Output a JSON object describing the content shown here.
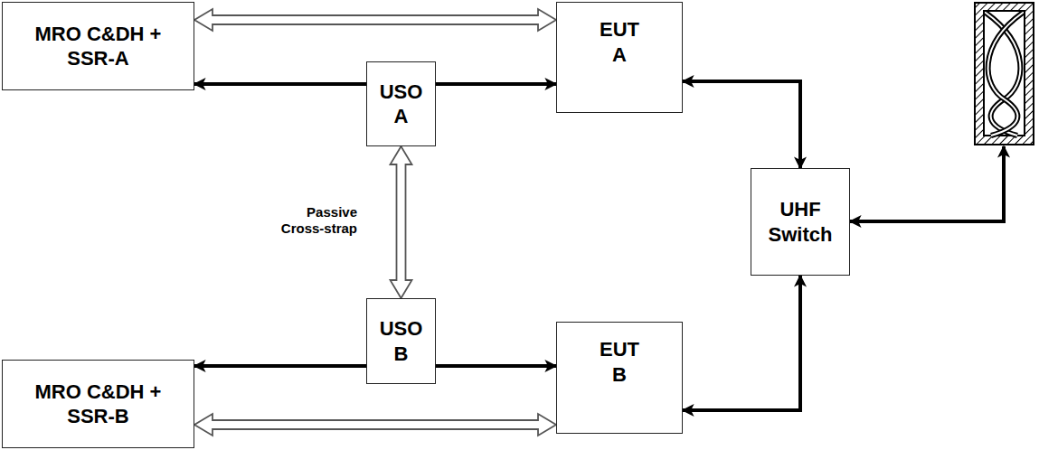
{
  "diagram": {
    "nodes": [
      {
        "text": [
          "MRO C&DH + SSR-A"
        ]
      },
      {
        "text": [
          "USO A"
        ]
      },
      {
        "text": [
          "EUT A"
        ]
      },
      {
        "text": [
          "UHF Switch"
        ]
      },
      {
        "text": [
          "USO B"
        ]
      },
      {
        "text": [
          "EUT B"
        ]
      },
      {
        "text": [
          "MRO C&DH + SSR-B"
        ]
      }
    ],
    "edges": [
      {
        "from": 0,
        "to": 2,
        "arrow": "both"
      },
      {
        "from": 1,
        "to": 0,
        "arrow": "to"
      },
      {
        "from": 1,
        "to": 2,
        "arrow": "to"
      },
      {
        "from": 2,
        "to": 3,
        "arrow": "both"
      },
      {
        "from": 1,
        "to": 4,
        "label": "Passive Cross-strap",
        "arrow": "both"
      },
      {
        "from": 4,
        "to": 6,
        "arrow": "to"
      },
      {
        "from": 4,
        "to": 5,
        "arrow": "to"
      },
      {
        "from": 6,
        "to": 5,
        "arrow": "both"
      },
      {
        "from": 5,
        "to": 3,
        "arrow": "both"
      }
    ]
  }
}
